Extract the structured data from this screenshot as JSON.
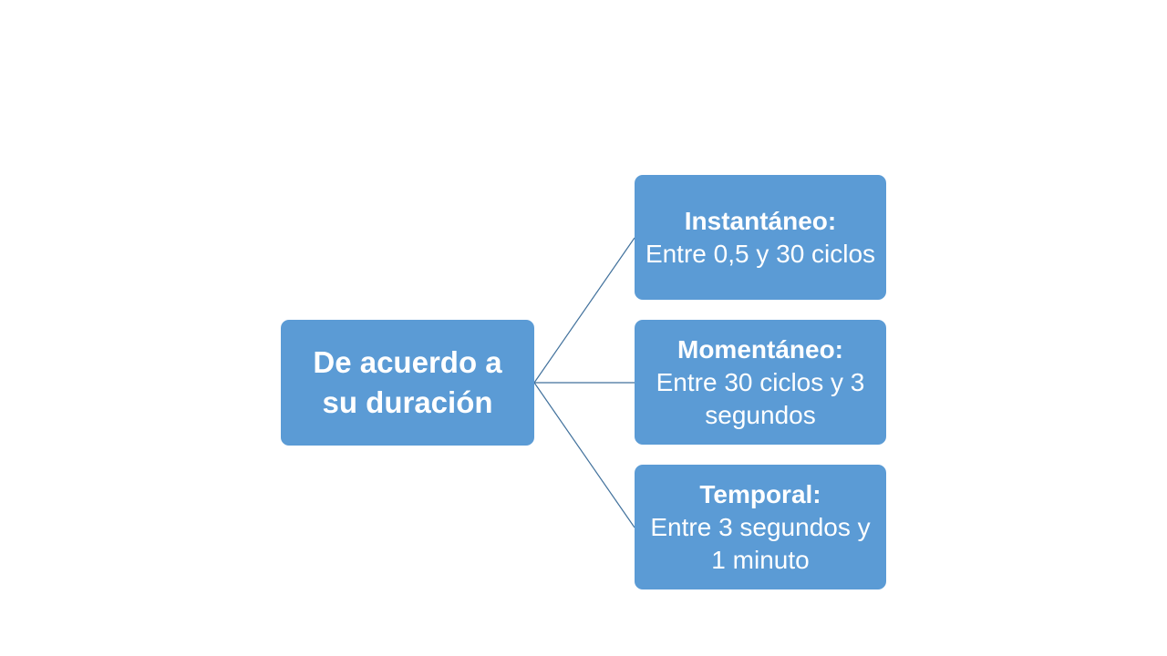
{
  "root": {
    "label": "De acuerdo a su duración"
  },
  "children": [
    {
      "title": "Instantáneo:",
      "text": "Entre 0,5 y 30 ciclos"
    },
    {
      "title": "Momentáneo:",
      "text": "Entre 30 ciclos y 3 segundos"
    },
    {
      "title": "Temporal:",
      "text": "Entre 3 segundos y 1 minuto"
    }
  ],
  "colors": {
    "node_fill": "#5b9bd5",
    "connector": "#41719c",
    "text": "#ffffff",
    "background": "#ffffff"
  }
}
